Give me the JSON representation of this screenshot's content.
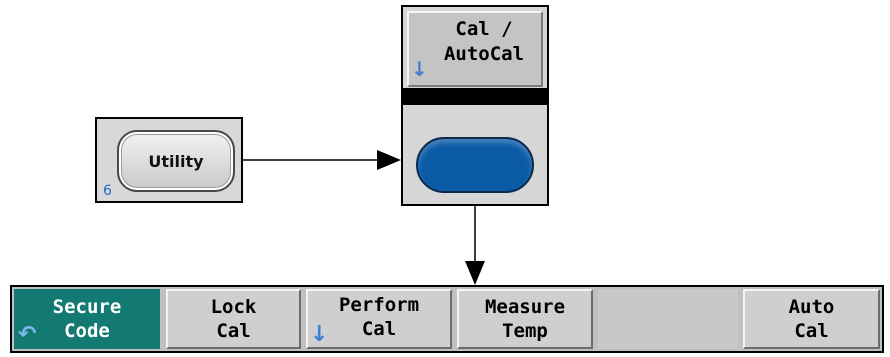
{
  "utility_key": {
    "label": "Utility",
    "number": "6"
  },
  "cal_softkey": {
    "label_line1": "Cal /",
    "label_line2": "AutoCal",
    "submenu_icon": "down-arrow-icon"
  },
  "softkeys": [
    {
      "line1": "Secure",
      "line2": "Code",
      "icon": "return-icon",
      "icon_glyph": "↶",
      "active": true
    },
    {
      "line1": "Lock",
      "line2": "Cal"
    },
    {
      "line1": "Perform",
      "line2": "Cal",
      "icon": "down-arrow-icon",
      "icon_glyph": "↓"
    },
    {
      "line1": "Measure",
      "line2": "Temp"
    },
    {
      "line1": "",
      "line2": ""
    },
    {
      "line1": "Auto",
      "line2": "Cal"
    }
  ],
  "colors": {
    "active_softkey": "#127a72",
    "blue_key": "#0a5aa6",
    "arrow_icon": "#3f7fd6"
  },
  "down_arrow_glyph": "↓"
}
